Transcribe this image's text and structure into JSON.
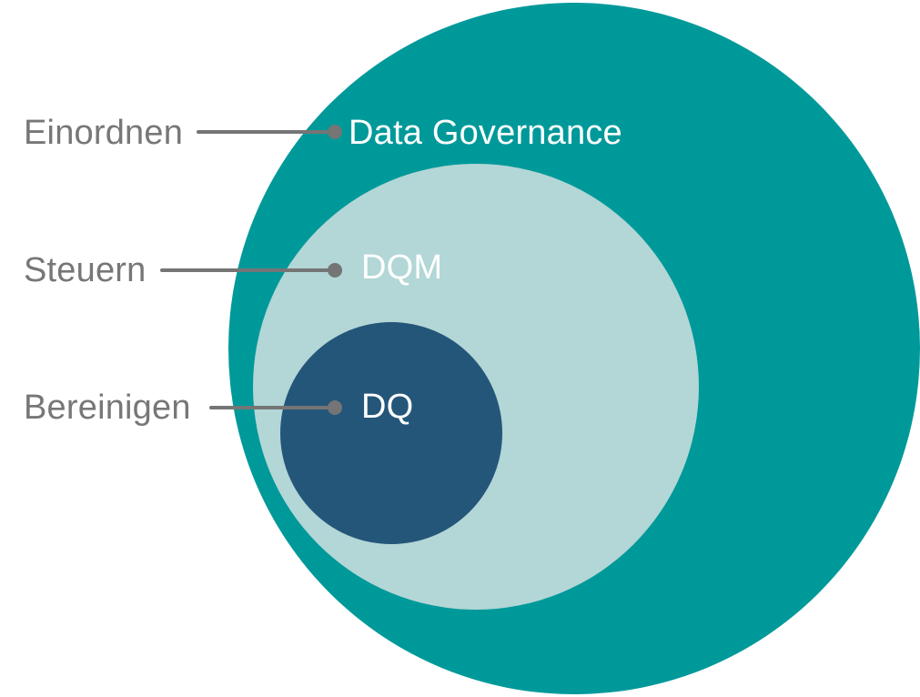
{
  "colors": {
    "outer_circle": "#00999A",
    "middle_circle": "#B3D6D6",
    "inner_circle": "#24567A",
    "connector": "#757575",
    "left_label_text": "#777777",
    "circle_label_text": "#FFFFFF"
  },
  "levels": [
    {
      "action": "Einordnen",
      "concept": "Data Governance"
    },
    {
      "action": "Steuern",
      "concept": "DQM"
    },
    {
      "action": "Bereinigen",
      "concept": "DQ"
    }
  ]
}
